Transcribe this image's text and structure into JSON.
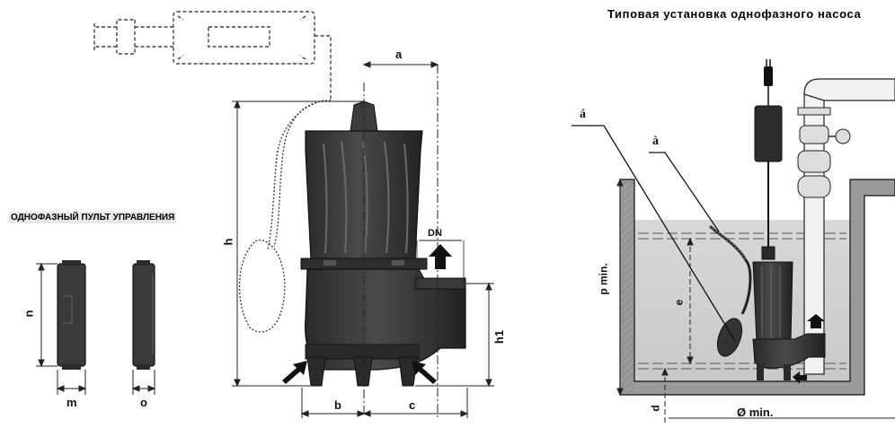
{
  "labels": {
    "title_right": "Типовая установка однофазного насоса",
    "panel_title": "ОДНОФАЗНЫЙ ПУЛЬТ УПРАВЛЕНИЯ",
    "dim_n": "n",
    "dim_m": "m",
    "dim_o": "o",
    "dim_h": "h",
    "dim_h1": "h1",
    "dim_a": "a",
    "dim_b": "b",
    "dim_c": "c",
    "dim_dn": "DN",
    "inst_p_min": "p min.",
    "inst_e": "e",
    "inst_d": "d",
    "inst_min": "Ø min.",
    "callout_1": "á",
    "callout_2": "à"
  }
}
